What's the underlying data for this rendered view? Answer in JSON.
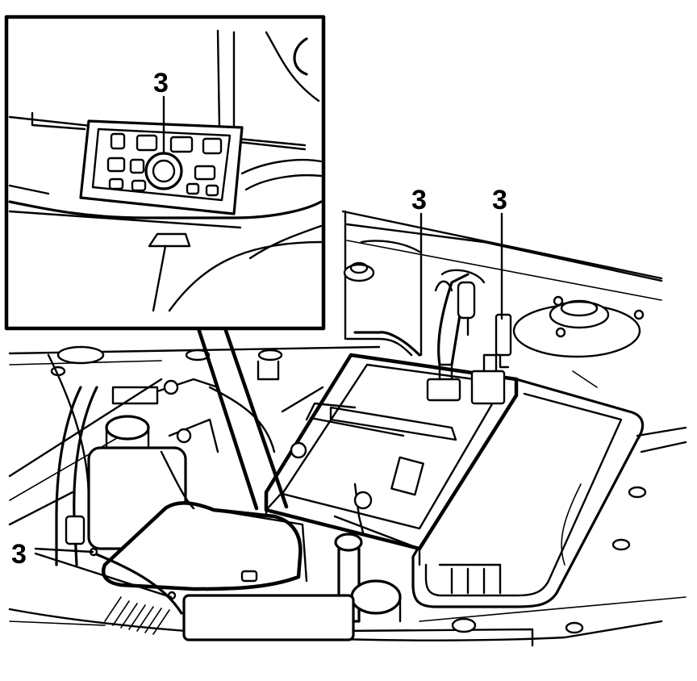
{
  "callouts": {
    "inset": "3",
    "battery_positive": "3",
    "battery_negative": "3",
    "left_harness": "3"
  },
  "colors": {
    "line": "#000000",
    "background": "#ffffff"
  }
}
